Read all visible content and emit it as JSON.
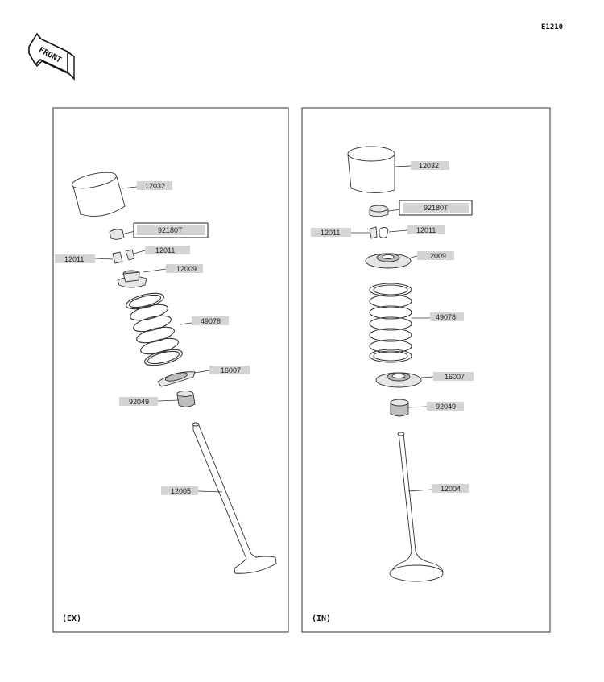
{
  "page_code": "E1210",
  "front_label": "FRONT",
  "panels": {
    "exhaust": {
      "tag": "(EX)",
      "labels": {
        "tappet": "12032",
        "shim": "92180T",
        "keeper_right": "12011",
        "keeper_left": "12011",
        "retainer": "12009",
        "spring": "49078",
        "spring_seat": "16007",
        "stem_seal": "92049",
        "valve": "12005"
      }
    },
    "intake": {
      "tag": "(IN)",
      "labels": {
        "tappet": "12032",
        "shim": "92180T",
        "keeper_left": "12011",
        "keeper_right": "12011",
        "retainer": "12009",
        "spring": "49078",
        "spring_seat": "16007",
        "stem_seal": "92049",
        "valve": "12004"
      }
    }
  }
}
